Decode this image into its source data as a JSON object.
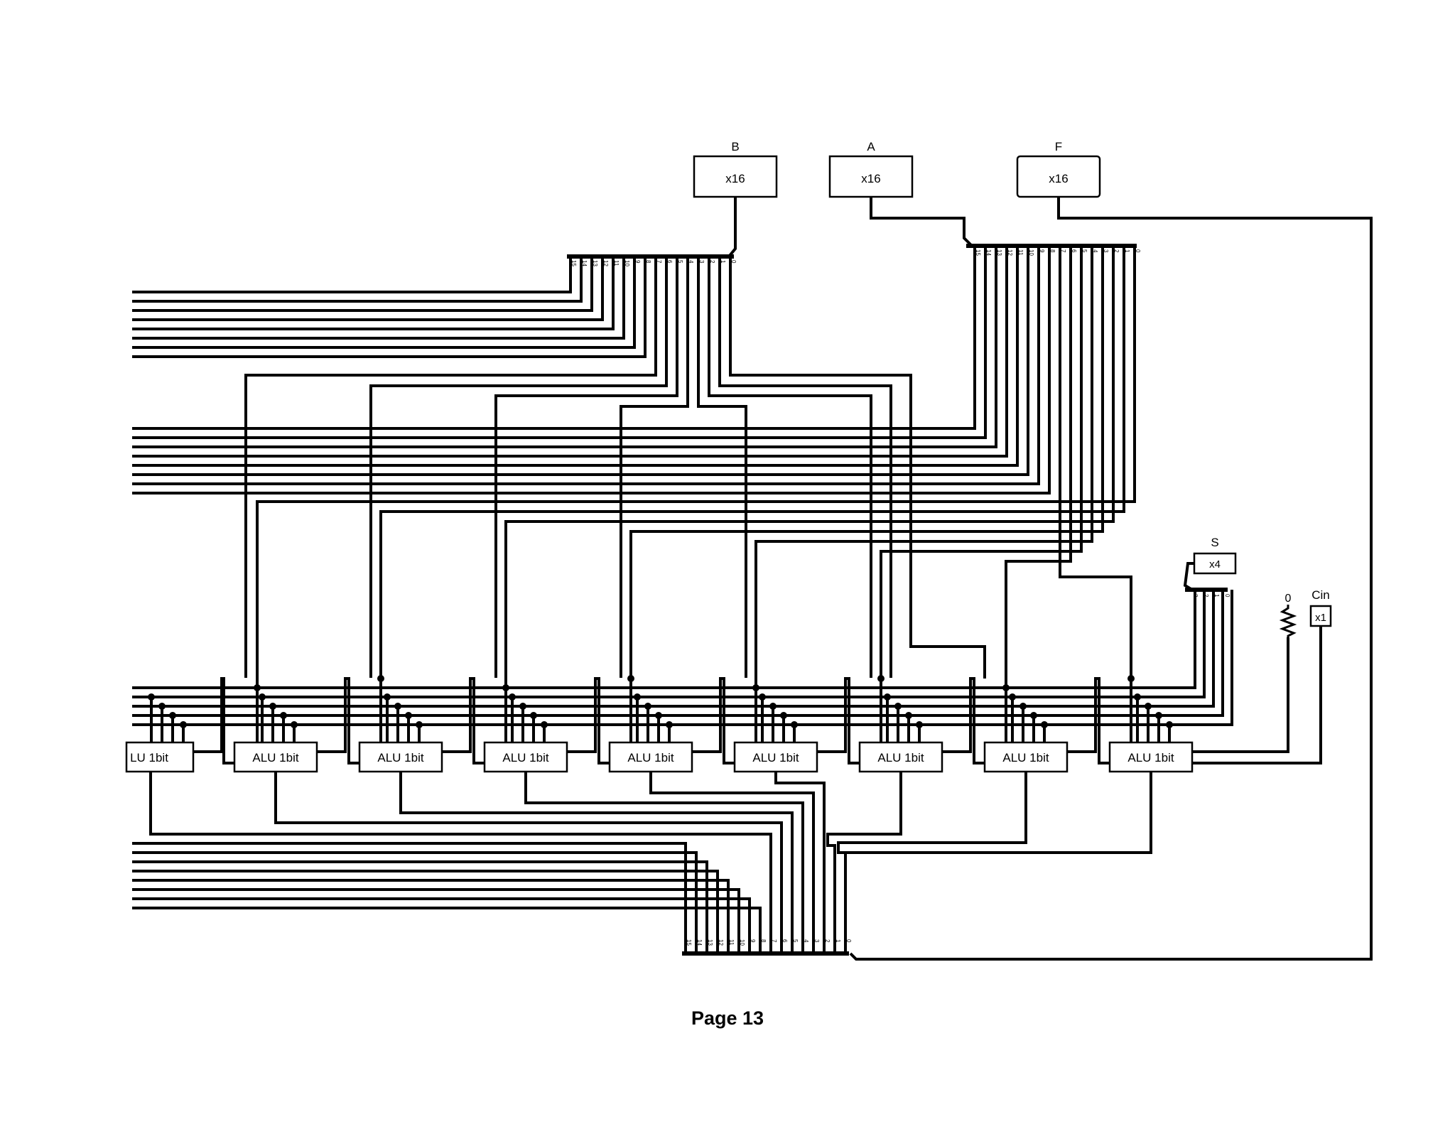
{
  "inputs": {
    "B": {
      "label": "B",
      "width": "x16"
    },
    "A": {
      "label": "A",
      "width": "x16"
    },
    "F": {
      "label": "F",
      "width": "x16"
    },
    "S": {
      "label": "S",
      "width": "x4"
    },
    "Cin": {
      "label": "Cin",
      "width": "x1"
    },
    "zero": {
      "label": "0"
    }
  },
  "alu_label": "ALU 1bit",
  "alu_label_clipped": "LU 1bit",
  "bus_pins_16": [
    "15",
    "14",
    "13",
    "12",
    "11",
    "10",
    "9",
    "8",
    "7",
    "6",
    "5",
    "4",
    "3",
    "2",
    "1",
    "0"
  ],
  "bus_pins_4": [
    "3",
    "2",
    "1",
    "0"
  ],
  "page": {
    "label": "Page 13"
  }
}
